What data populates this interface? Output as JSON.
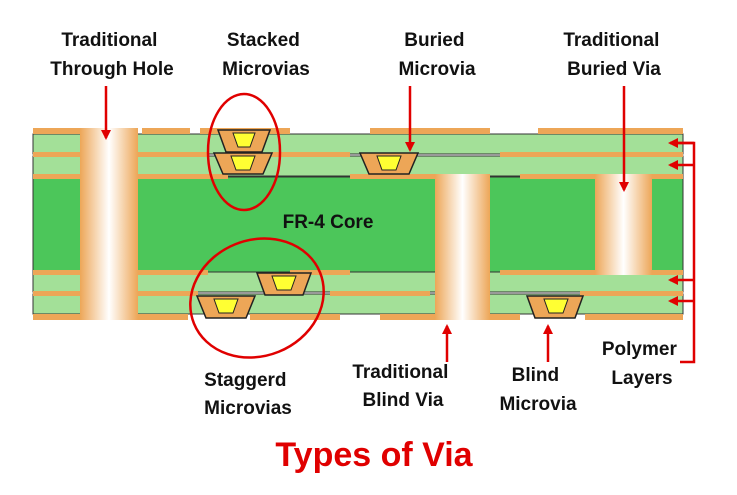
{
  "title": "Types of Via",
  "core_label": "FR-4 Core",
  "labels": {
    "traditional_through_hole": [
      "Traditional",
      "Through Hole"
    ],
    "stacked_microvias": [
      "Stacked",
      "Microvias"
    ],
    "buried_microvia": [
      "Buried",
      "Microvia"
    ],
    "traditional_buried_via": [
      "Traditional",
      "Buried Via"
    ],
    "staggered_microvias": [
      "Staggerd",
      "Microvias"
    ],
    "traditional_blind_via": [
      "Traditional",
      "Blind Via"
    ],
    "blind_microvia": [
      "Blind",
      "Microvia"
    ],
    "polymer_layers": [
      "Polymer",
      "Layers"
    ]
  },
  "colors": {
    "core_green": "#4cc65a",
    "layer_green": "#a3e098",
    "copper": "#eda657",
    "via_fill": "#ffff33",
    "accent_red": "#e00000"
  }
}
